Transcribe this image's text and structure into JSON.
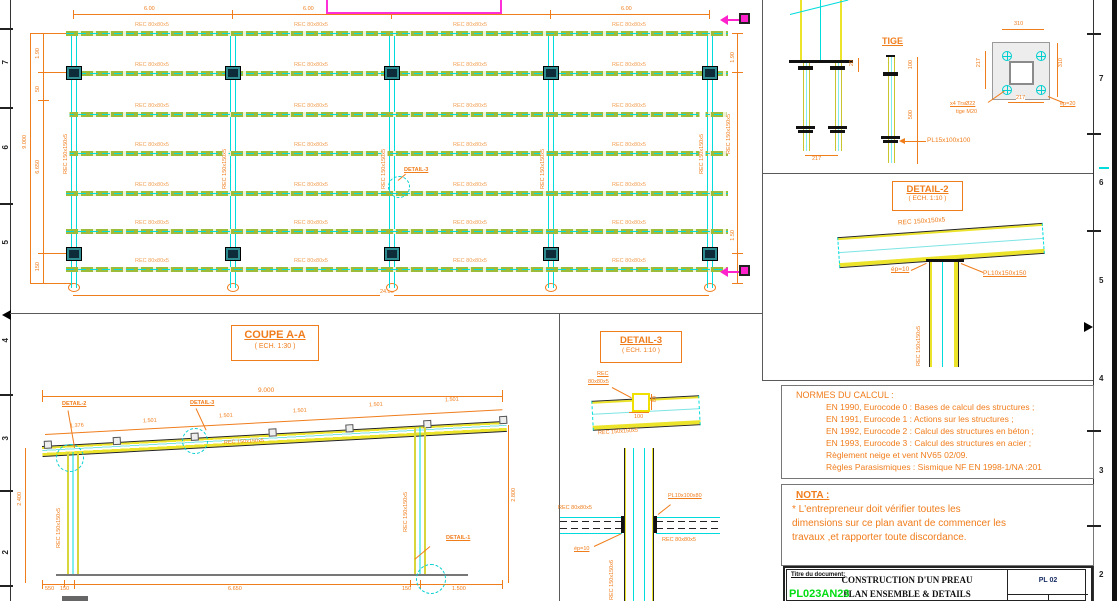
{
  "plan": {
    "beam_label": "REC 80x80x5",
    "column_label": "REC 150x150x5",
    "bay_dim": "6.00",
    "total_bottom_dim": "24.00",
    "left_dims": [
      "1.90",
      "50",
      "6.650",
      "150"
    ],
    "left_total_dim": "9.000",
    "right_dims": [
      "1.90",
      "1.50"
    ],
    "detail_callout": "DETAIL-3"
  },
  "coupe": {
    "title": "COUPE A-A",
    "scale": "( ECH. 1:30 )",
    "top_dim": "9.000",
    "left_height_dim": "2.400",
    "right_height_dim": "2.800",
    "slope_dims": [
      "1.376",
      "1.501",
      "1.501",
      "1.501",
      "1.501",
      "1.501"
    ],
    "bottom_dims": [
      "550",
      "150",
      "6.650",
      "150",
      "1.500"
    ],
    "beam_label": "REC 150x150x5",
    "left_column_label": "REC 150x150x5",
    "right_column_label": "REC 150x150x5",
    "callout_d1": "DETAIL-1",
    "callout_d2": "DETAIL-2",
    "callout_d3": "DETAIL-3"
  },
  "detail3": {
    "title": "DETAIL-3",
    "scale": "( ECH. 1:10 )",
    "purlin_label_line1": "REC",
    "purlin_label_line2": "80x80x5",
    "width_dim": "100",
    "height_dim": "80",
    "beam_label": "REC 150x150x5",
    "left_beam_label": "REC 80x80x5",
    "plate_label": "PL10x100x80",
    "right_beam_label": "REC 80x80x5",
    "ep_label": "ép=10",
    "column_label": "REC 150x150x6"
  },
  "tige": {
    "title": "TIGE",
    "offset_dim": "20",
    "bolt_spacing_dim": "217",
    "top_length_dim": "100",
    "embed_length_dim": "500",
    "plate_label": "PL15x100x100",
    "plate_top_dim": "310",
    "plate_left_dim": "217",
    "plate_right_dim": "310",
    "plate_bottom_dim": "217",
    "bolt_note_line1": "x4 TrsØ22",
    "bolt_note_line2": "tige M20",
    "ep_label": "ép=20"
  },
  "detail2": {
    "title": "DETAIL-2",
    "scale": "( ECH. 1:10 )",
    "beam_label": "REC 150x150x5",
    "ep_label": "ép=10",
    "plate_label": "PL10x150x150",
    "column_label": "REC 150x150x5"
  },
  "normes": {
    "title": "NORMES DU CALCUL :",
    "lines": [
      "EN 1990, Eurocode 0 : Bases de calcul des structures ;",
      "EN 1991, Eurocode 1 : Actions sur les structures ;",
      "EN 1992, Eurocode 2 : Calcul des structures en béton ;",
      "EN 1993, Eurocode 3 : Calcul des structures en acier ;",
      "Règlement neige et vent NV65 02/09.",
      "Règles Parasismiques : Sismique NF EN 1998-1/NA :201"
    ]
  },
  "nota": {
    "title": "NOTA :",
    "lines": [
      "* L'entrepreneur  doit vérifier toutes les",
      "dimensions sur ce plan avant de commencer les",
      "travaux ,et rapporter toute discordance."
    ]
  },
  "titleblock": {
    "doc_label": "Titre du document:",
    "title_line1": "CONSTRUCTION D'UN  PREAU",
    "title_line2": "PLAN ENSEMBLE & DETAILS",
    "doc_id": "PL023AN23",
    "sheet_no": "PL 02"
  },
  "margins": {
    "left_rows": [
      "7",
      "6",
      "5",
      "4",
      "3",
      "2"
    ],
    "right_rows": [
      "7",
      "6",
      "5",
      "4",
      "3",
      "2"
    ]
  },
  "colors": {
    "orange": "#f07d1c",
    "beam_green": "#9dbd3a",
    "cyan": "#00dcdc",
    "magenta": "#ff22cc",
    "yellow": "#ece32b",
    "id_green": "#00dd11"
  }
}
